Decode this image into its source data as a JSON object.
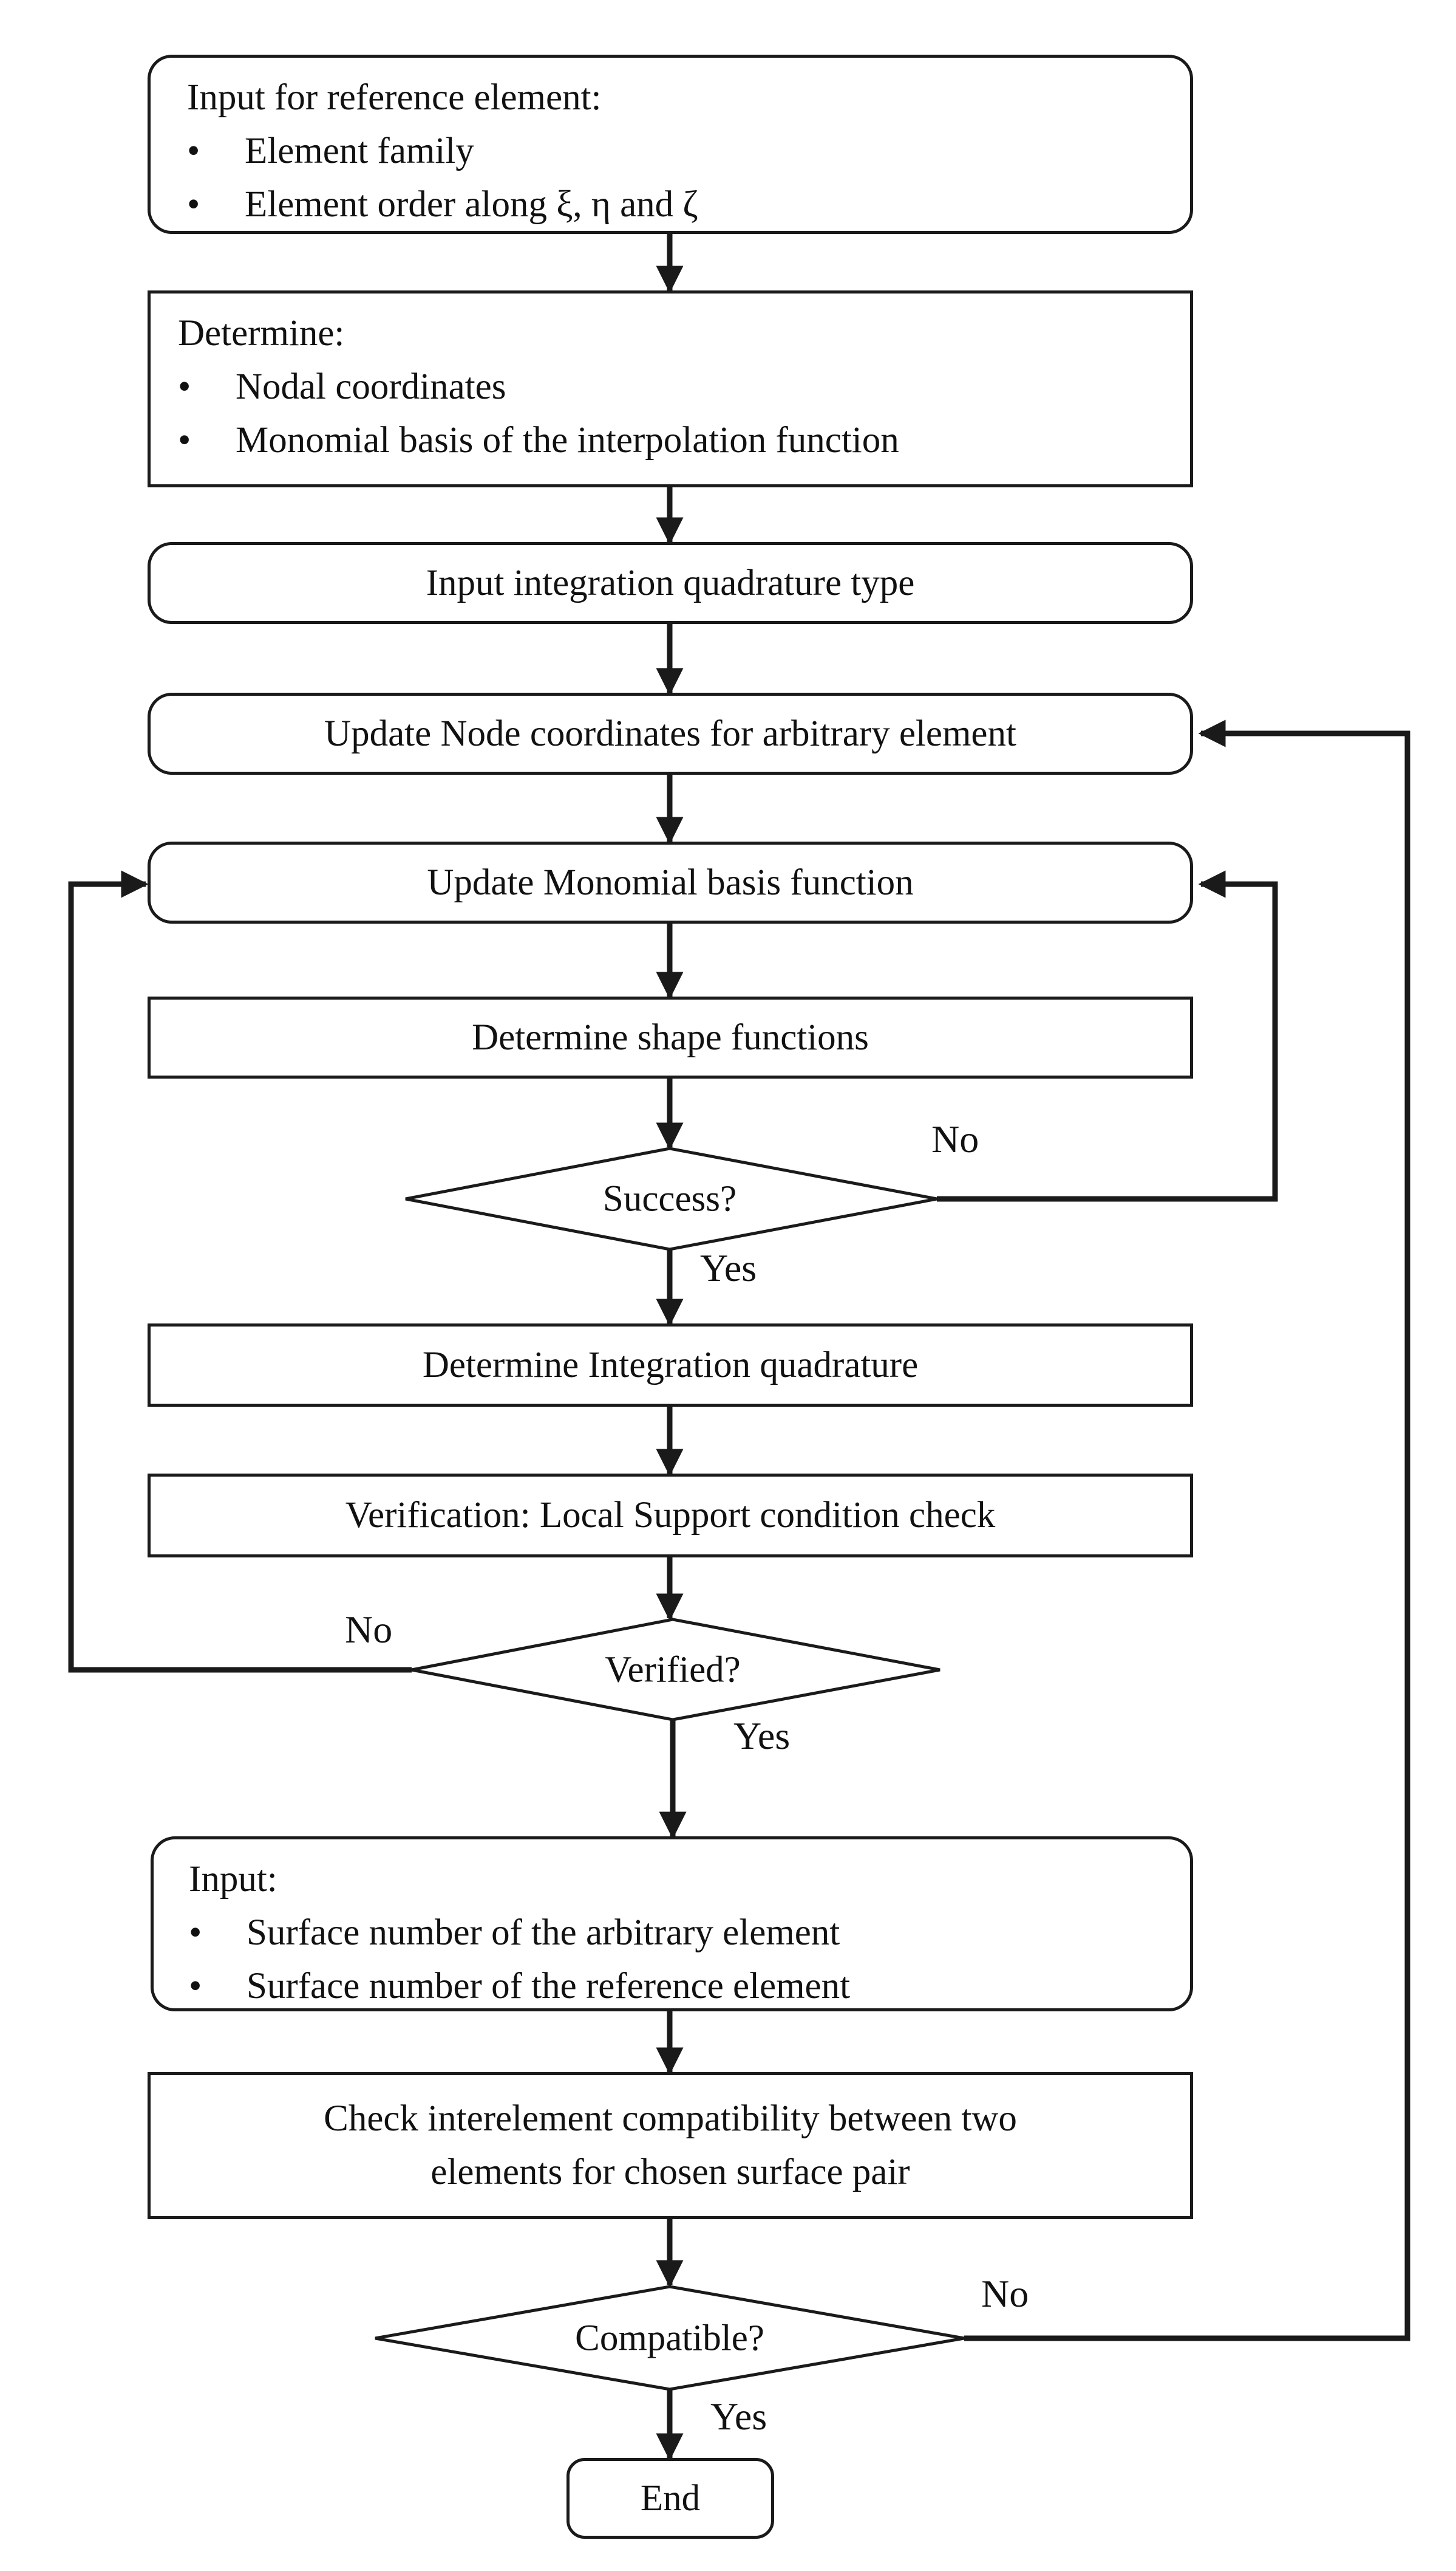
{
  "input_reference": {
    "title": "Input for reference element:",
    "items": [
      "Element family",
      "Element order along  ξ, η and ζ"
    ]
  },
  "determine_basis": {
    "title": "Determine:",
    "items": [
      "Nodal coordinates",
      "Monomial basis of the interpolation function"
    ]
  },
  "input_quadrature": "Input integration quadrature type",
  "update_node_coordinates": "Update Node coordinates for arbitrary element",
  "update_monomial_basis": "Update Monomial basis function",
  "determine_shape_functions": "Determine shape functions",
  "decision_success": {
    "text": "Success?",
    "no": "No",
    "yes": "Yes"
  },
  "determine_integration": "Determine Integration quadrature",
  "verification": "Verification: Local Support condition check",
  "decision_verified": {
    "text": "Verified?",
    "no": "No",
    "yes": "Yes"
  },
  "input_surfaces": {
    "title": "Input:",
    "items": [
      "Surface number of the arbitrary element",
      "Surface number of the reference element"
    ]
  },
  "compatibility_check": {
    "line1": "Check interelement compatibility between two",
    "line2": "elements for chosen surface pair"
  },
  "decision_compatible": {
    "text": "Compatible?",
    "no": "No",
    "yes": "Yes"
  },
  "end": "End"
}
